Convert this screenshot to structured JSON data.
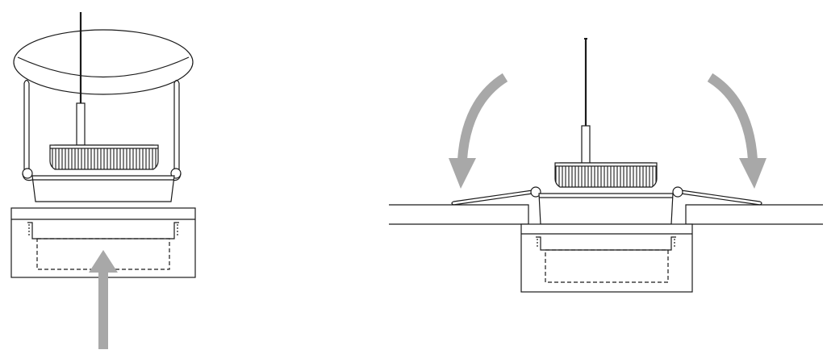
{
  "diagram": {
    "panels": [
      {
        "name": "insertion-step",
        "arrow_direction": "up"
      },
      {
        "name": "installed-step",
        "arrow_direction": "down-inward"
      }
    ],
    "colors": {
      "line": "#1a1a1a",
      "arrow": "#a8a8a8",
      "background": "#ffffff"
    }
  }
}
